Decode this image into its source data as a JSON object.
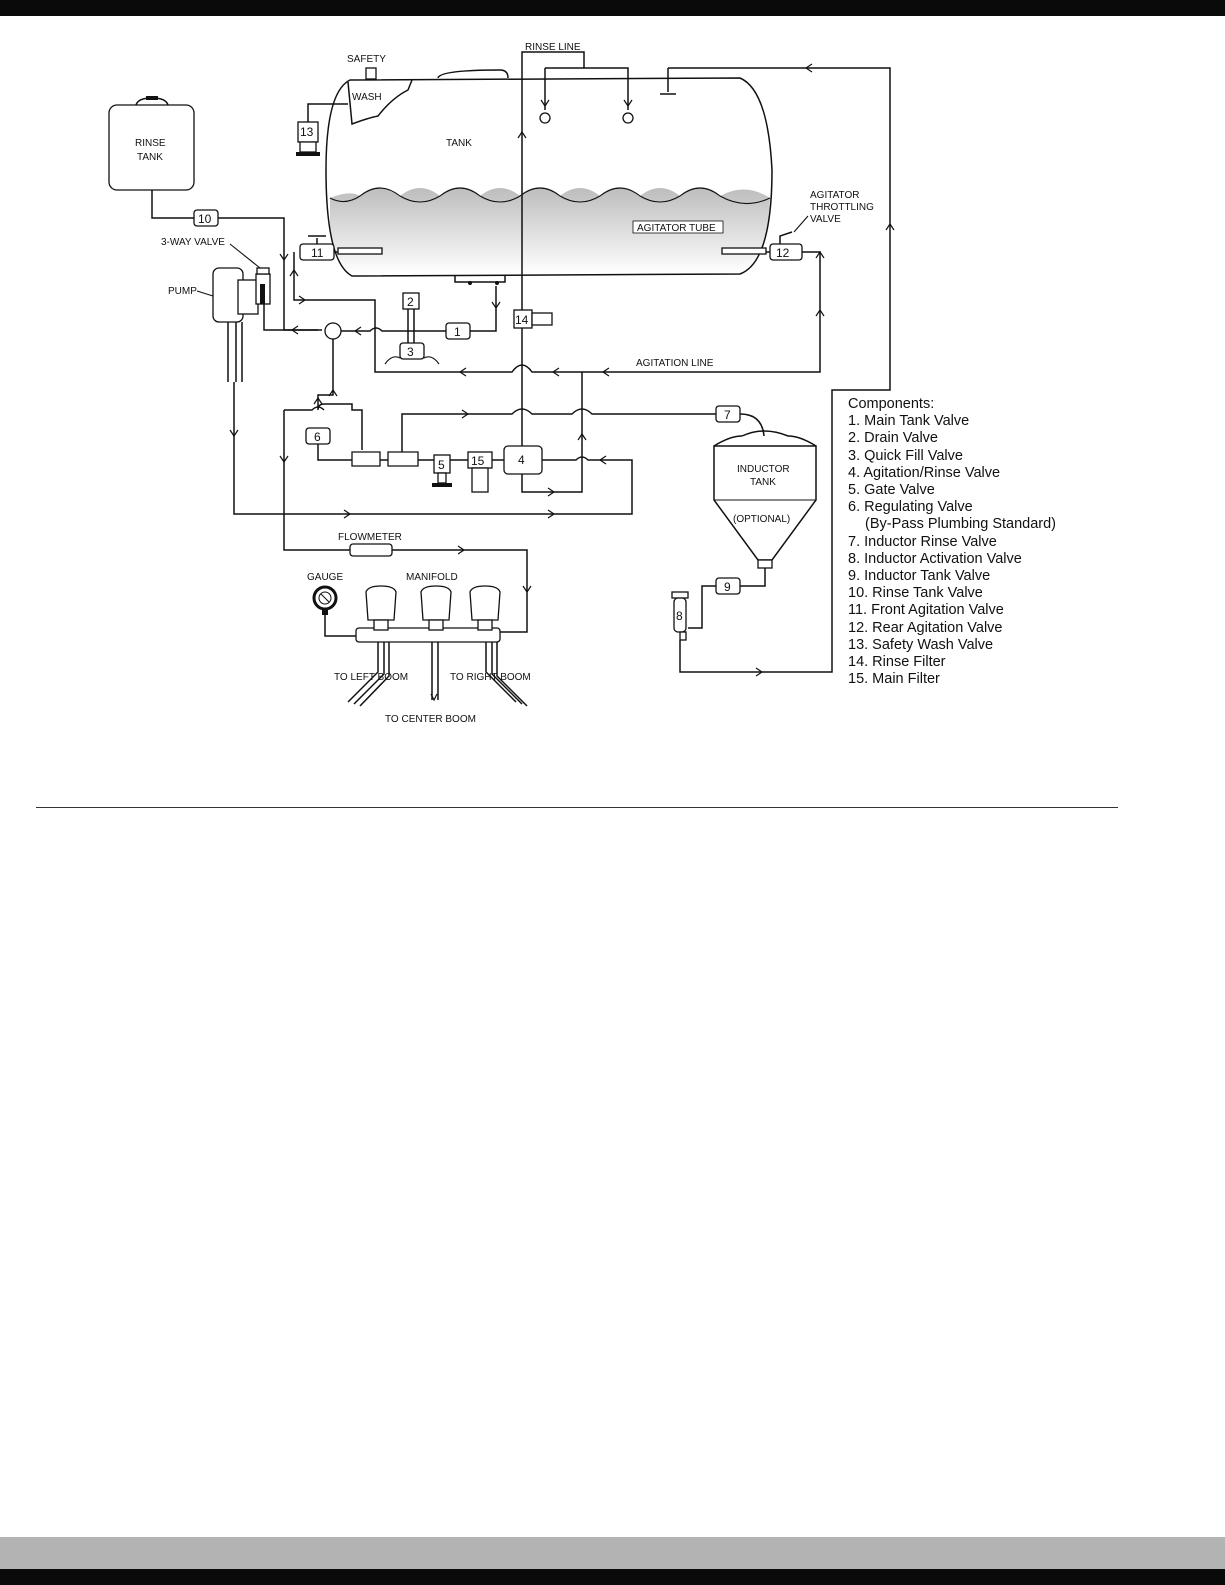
{
  "labels": {
    "safety": "SAFETY",
    "wash": "WASH",
    "tank": "TANK",
    "rinse_line": "RINSE LINE",
    "rinse_tank_1": "RINSE",
    "rinse_tank_2": "TANK",
    "three_way_valve": "3-WAY VALVE",
    "pump": "PUMP",
    "agitator_tube": "AGITATOR TUBE",
    "agitator_throttling_1": "AGITATOR",
    "agitator_throttling_2": "THROTTLING",
    "agitator_throttling_3": "VALVE",
    "agitation_line": "AGITATION LINE",
    "inductor_tank_1": "INDUCTOR",
    "inductor_tank_2": "TANK",
    "optional": "(OPTIONAL)",
    "flowmeter": "FLOWMETER",
    "gauge": "GAUGE",
    "manifold": "MANIFOLD",
    "to_left_boom": "TO LEFT BOOM",
    "to_right_boom": "TO RIGHT BOOM",
    "to_center_boom": "TO CENTER BOOM"
  },
  "valve_numbers": {
    "n1": "1",
    "n2": "2",
    "n3": "3",
    "n4": "4",
    "n5": "5",
    "n6": "6",
    "n7": "7",
    "n8": "8",
    "n9": "9",
    "n10": "10",
    "n11": "11",
    "n12": "12",
    "n13": "13",
    "n14": "14",
    "n15": "15"
  },
  "legend": {
    "title": "Components:",
    "items": [
      "1. Main Tank Valve",
      "2. Drain Valve",
      "3. Quick Fill Valve",
      "4. Agitation/Rinse Valve",
      "5. Gate Valve",
      "6. Regulating Valve"
    ],
    "note": "(By-Pass Plumbing Standard)",
    "items2": [
      "7. Inductor Rinse Valve",
      "8. Inductor Activation Valve",
      "9. Inductor Tank Valve",
      "10. Rinse Tank Valve",
      "11. Front Agitation Valve",
      "12. Rear Agitation Valve",
      "13. Safety Wash Valve",
      "14. Rinse Filter",
      "15. Main Filter"
    ]
  }
}
